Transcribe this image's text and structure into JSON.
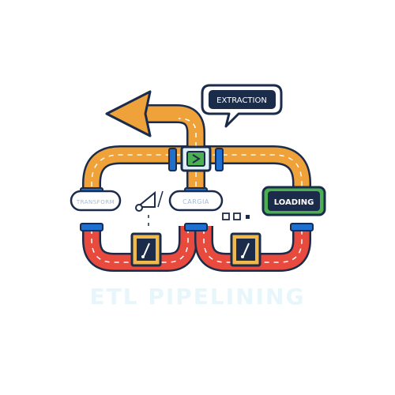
{
  "diagram": {
    "title": "ETL PIPELINING",
    "labels": {
      "extraction": "EXTRACTION",
      "loading": "LOADING",
      "transform": "TRANSFORM",
      "cargo": "CARGIA"
    }
  },
  "colors": {
    "orange": "#f0a23a",
    "red": "#e84a3e",
    "blue": "#1f6fd0",
    "navy": "#1b2b4a",
    "green": "#4caf50",
    "gauge_bg": "#f0b94d",
    "title": "#e6f6fb"
  }
}
